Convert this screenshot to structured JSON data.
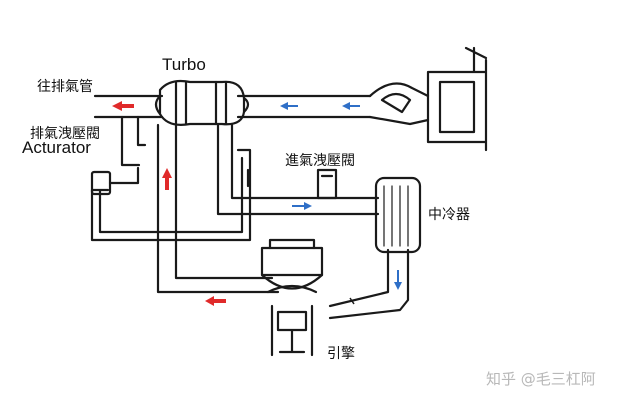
{
  "labels": {
    "exhaust_pipe": "往排氣管",
    "wastegate": "排氣洩壓閥",
    "actuator": "Acturator",
    "turbo": "Turbo",
    "intake_relief_valve": "進氣洩壓閥",
    "intercooler": "中冷器",
    "engine": "引擎"
  },
  "watermark": "知乎 @毛三杠阿",
  "colors": {
    "pipe_stroke": "#1a1a1a",
    "exhaust_arrow": "#e02a2a",
    "intake_arrow": "#2f6fc7"
  }
}
